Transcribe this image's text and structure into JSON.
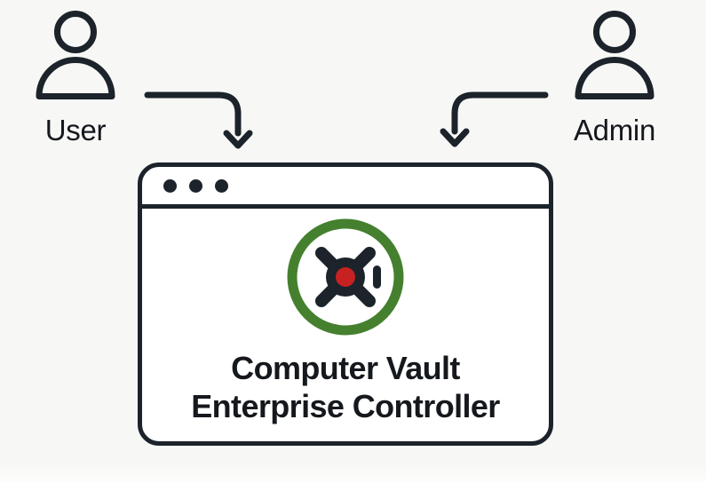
{
  "actors": [
    {
      "id": "user",
      "label": "User"
    },
    {
      "id": "admin",
      "label": "Admin"
    }
  ],
  "controller": {
    "title_line1": "Computer Vault",
    "title_line2": "Enterprise Controller"
  },
  "window": {
    "traffic_dots_count": 3
  },
  "icons": {
    "user": "person-outline",
    "admin": "person-outline",
    "user_arrow": "elbow-arrow-down",
    "admin_arrow": "elbow-arrow-down",
    "logo": "vault-dial-in-green-ring",
    "titlebar": "three-dots"
  },
  "colors": {
    "outline": "#1c232b",
    "text": "#15181d",
    "vault_green": "#45802e",
    "vault_red": "#c82121",
    "window_bg": "#ffffff",
    "page_bg": "#f7f8f6"
  }
}
